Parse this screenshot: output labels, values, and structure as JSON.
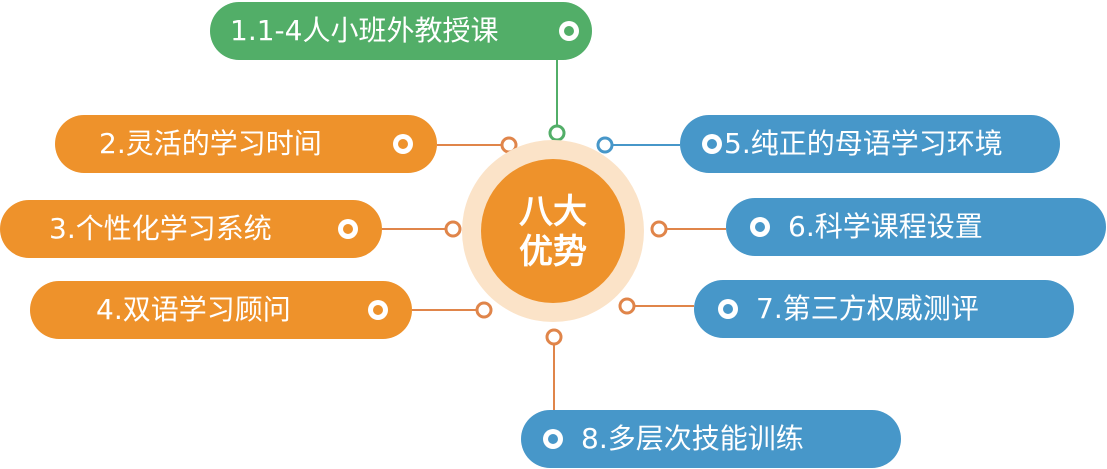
{
  "center": {
    "line1": "八大",
    "line2": "优势"
  },
  "items": [
    {
      "label": "1.1-4人小班外教授课",
      "color": "#52ae68"
    },
    {
      "label": "2.灵活的学习时间",
      "color": "#ee922b"
    },
    {
      "label": "3.个性化学习系统",
      "color": "#ee922b"
    },
    {
      "label": "4.双语学习顾问",
      "color": "#ee922b"
    },
    {
      "label": "5.纯正的母语学习环境",
      "color": "#4797c9"
    },
    {
      "label": "6.科学课程设置",
      "color": "#4797c9"
    },
    {
      "label": "7.第三方权威测评",
      "color": "#4797c9"
    },
    {
      "label": "8.多层次技能训练",
      "color": "#4797c9"
    }
  ],
  "colors": {
    "green": "#52ae68",
    "orange": "#ee922b",
    "blue": "#4797c9",
    "connector_orange": "#e0854a",
    "hub_ring": "#fbe3c8"
  }
}
